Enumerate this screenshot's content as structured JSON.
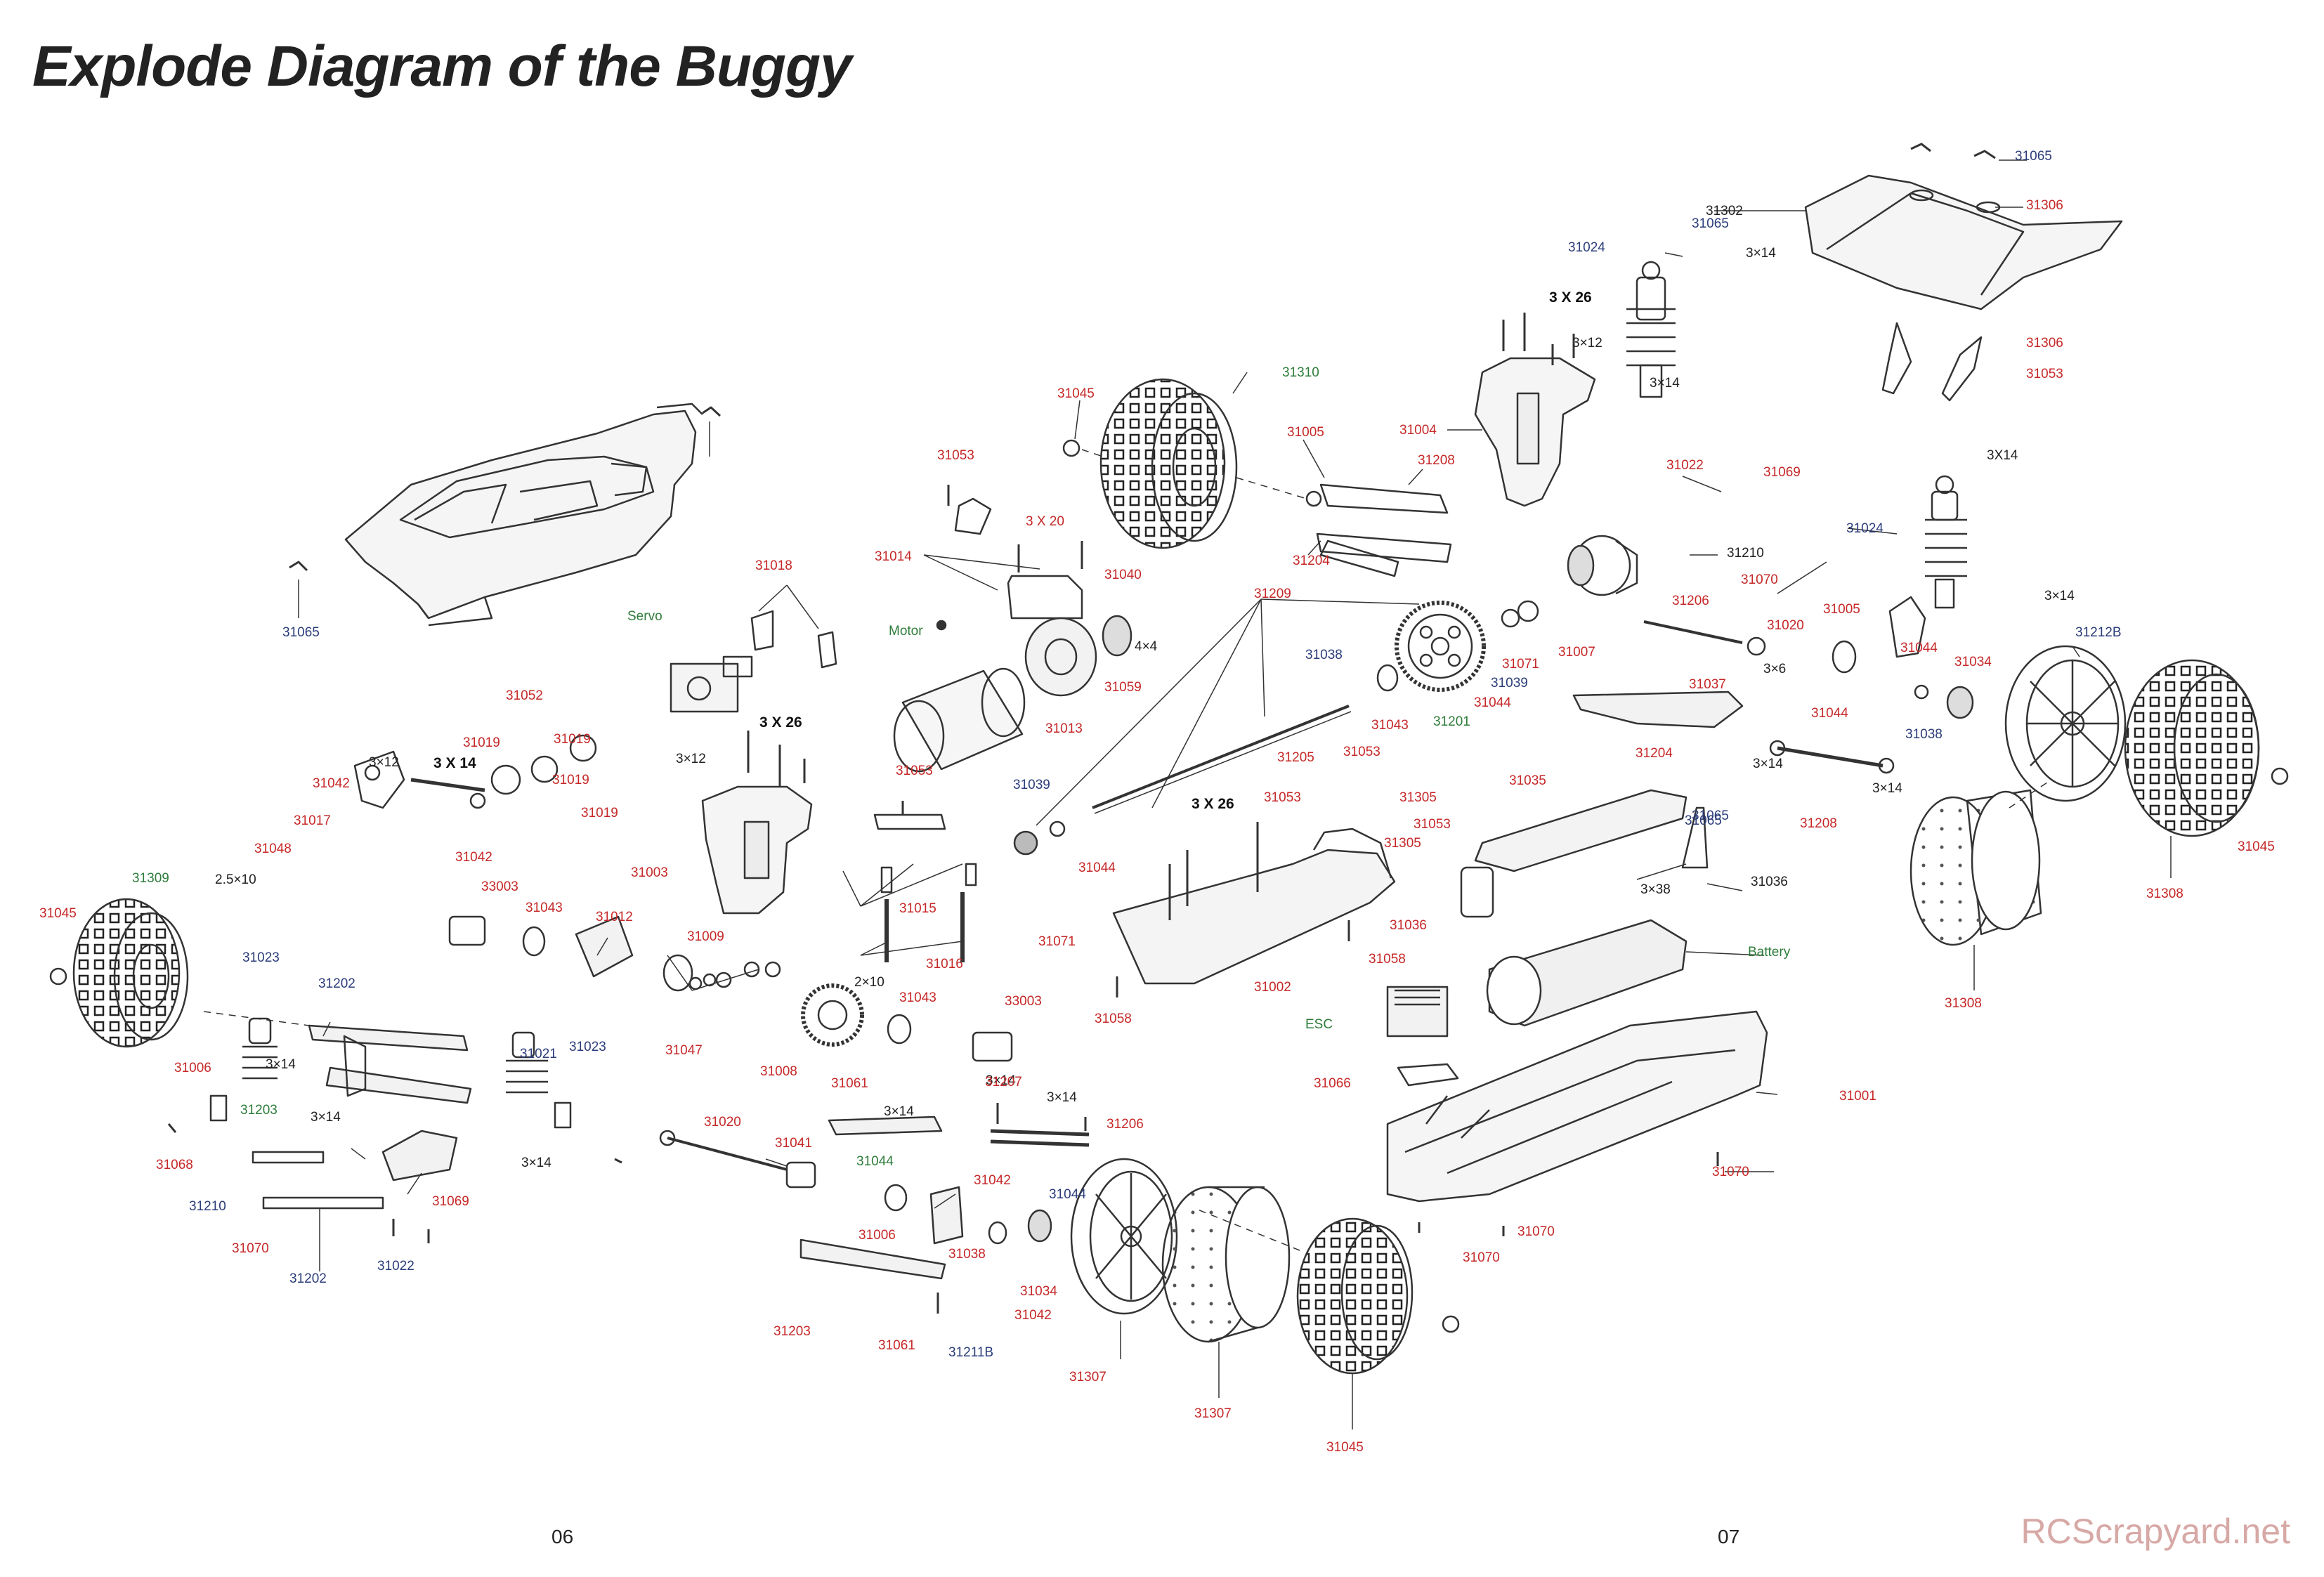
{
  "title": "Explode Diagram of the Buggy",
  "page_left": "06",
  "page_right": "07",
  "watermark": "RCScrapyard.net",
  "colors": {
    "part_red": "#c62828",
    "part_blue": "#2b3d7a",
    "part_green": "#2f7d3b",
    "line": "#333333"
  },
  "labels": [
    {
      "text": "31065",
      "color": "blue"
    },
    {
      "text": "31065",
      "color": "blue"
    },
    {
      "text": "31065",
      "color": "blue"
    },
    {
      "text": "31065",
      "color": "blue"
    },
    {
      "text": "31302",
      "color": "dark"
    },
    {
      "text": "31306",
      "color": "red"
    },
    {
      "text": "31306",
      "color": "red"
    },
    {
      "text": "31053",
      "color": "red"
    },
    {
      "text": "31024",
      "color": "blue"
    },
    {
      "text": "3×14",
      "color": "dark"
    },
    {
      "text": "3 X 26",
      "color": "bold"
    },
    {
      "text": "3×12",
      "color": "dark"
    },
    {
      "text": "3×14",
      "color": "dark"
    },
    {
      "text": "31004",
      "color": "red"
    },
    {
      "text": "31310",
      "color": "green"
    },
    {
      "text": "31045",
      "color": "red"
    },
    {
      "text": "31005",
      "color": "red"
    },
    {
      "text": "31208",
      "color": "red"
    },
    {
      "text": "31204",
      "color": "red"
    },
    {
      "text": "31022",
      "color": "red"
    },
    {
      "text": "31069",
      "color": "red"
    },
    {
      "text": "31210",
      "color": "dark"
    },
    {
      "text": "31070",
      "color": "red"
    },
    {
      "text": "31206",
      "color": "red"
    },
    {
      "text": "3X14",
      "color": "dark"
    },
    {
      "text": "31024",
      "color": "blue"
    },
    {
      "text": "3×14",
      "color": "dark"
    },
    {
      "text": "31053",
      "color": "red"
    },
    {
      "text": "3 X 20",
      "color": "red"
    },
    {
      "text": "31014",
      "color": "red"
    },
    {
      "text": "31040",
      "color": "red"
    },
    {
      "text": "4×4",
      "color": "dark"
    },
    {
      "text": "Motor",
      "color": "green"
    },
    {
      "text": "31059",
      "color": "red"
    },
    {
      "text": "31013",
      "color": "red"
    },
    {
      "text": "31209",
      "color": "red"
    },
    {
      "text": "31038",
      "color": "blue"
    },
    {
      "text": "31043",
      "color": "red"
    },
    {
      "text": "31201",
      "color": "green"
    },
    {
      "text": "31044",
      "color": "red"
    },
    {
      "text": "31071",
      "color": "red"
    },
    {
      "text": "31007",
      "color": "red"
    },
    {
      "text": "31039",
      "color": "blue"
    },
    {
      "text": "31053",
      "color": "red"
    },
    {
      "text": "31205",
      "color": "red"
    },
    {
      "text": "31020",
      "color": "red"
    },
    {
      "text": "31005",
      "color": "red"
    },
    {
      "text": "3×6",
      "color": "dark"
    },
    {
      "text": "31044",
      "color": "red"
    },
    {
      "text": "31037",
      "color": "red"
    },
    {
      "text": "31204",
      "color": "red"
    },
    {
      "text": "31044",
      "color": "red"
    },
    {
      "text": "31034",
      "color": "red"
    },
    {
      "text": "31038",
      "color": "blue"
    },
    {
      "text": "31212B",
      "color": "blue"
    },
    {
      "text": "3×14",
      "color": "dark"
    },
    {
      "text": "3×14",
      "color": "dark"
    },
    {
      "text": "31208",
      "color": "red"
    },
    {
      "text": "31045",
      "color": "red"
    },
    {
      "text": "31308",
      "color": "red"
    },
    {
      "text": "31308",
      "color": "red"
    },
    {
      "text": "31018",
      "color": "red"
    },
    {
      "text": "Servo",
      "color": "green"
    },
    {
      "text": "31052",
      "color": "red"
    },
    {
      "text": "3 X 26",
      "color": "bold"
    },
    {
      "text": "3×12",
      "color": "dark"
    },
    {
      "text": "31003",
      "color": "red"
    },
    {
      "text": "3×12",
      "color": "dark"
    },
    {
      "text": "3 X 14",
      "color": "bold"
    },
    {
      "text": "31019",
      "color": "red"
    },
    {
      "text": "31019",
      "color": "red"
    },
    {
      "text": "31019",
      "color": "red"
    },
    {
      "text": "31042",
      "color": "red"
    },
    {
      "text": "31019",
      "color": "red"
    },
    {
      "text": "31017",
      "color": "red"
    },
    {
      "text": "31048",
      "color": "red"
    },
    {
      "text": "31042",
      "color": "red"
    },
    {
      "text": "2.5×10",
      "color": "dark"
    },
    {
      "text": "31053",
      "color": "red"
    },
    {
      "text": "31039",
      "color": "blue"
    },
    {
      "text": "31015",
      "color": "red"
    },
    {
      "text": "31071",
      "color": "red"
    },
    {
      "text": "31044",
      "color": "red"
    },
    {
      "text": "31016",
      "color": "red"
    },
    {
      "text": "3 X 26",
      "color": "bold"
    },
    {
      "text": "31053",
      "color": "red"
    },
    {
      "text": "31305",
      "color": "red"
    },
    {
      "text": "31053",
      "color": "red"
    },
    {
      "text": "31305",
      "color": "red"
    },
    {
      "text": "31035",
      "color": "red"
    },
    {
      "text": "31065",
      "color": "blue"
    },
    {
      "text": "3×38",
      "color": "dark"
    },
    {
      "text": "31036",
      "color": "dark"
    },
    {
      "text": "31036",
      "color": "red"
    },
    {
      "text": "31058",
      "color": "red"
    },
    {
      "text": "31002",
      "color": "red"
    },
    {
      "text": "31058",
      "color": "red"
    },
    {
      "text": "Battery",
      "color": "green"
    },
    {
      "text": "ESC",
      "color": "green"
    },
    {
      "text": "31066",
      "color": "red"
    },
    {
      "text": "31001",
      "color": "red"
    },
    {
      "text": "31070",
      "color": "red"
    },
    {
      "text": "31070",
      "color": "red"
    },
    {
      "text": "31070",
      "color": "red"
    },
    {
      "text": "31309",
      "color": "green"
    },
    {
      "text": "31045",
      "color": "red"
    },
    {
      "text": "33003",
      "color": "red"
    },
    {
      "text": "31043",
      "color": "red"
    },
    {
      "text": "31012",
      "color": "red"
    },
    {
      "text": "31009",
      "color": "red"
    },
    {
      "text": "31023",
      "color": "blue"
    },
    {
      "text": "31202",
      "color": "blue"
    },
    {
      "text": "31047",
      "color": "red"
    },
    {
      "text": "31008",
      "color": "red"
    },
    {
      "text": "2×10",
      "color": "dark"
    },
    {
      "text": "31043",
      "color": "red"
    },
    {
      "text": "33003",
      "color": "red"
    },
    {
      "text": "3×14",
      "color": "dark"
    },
    {
      "text": "31006",
      "color": "red"
    },
    {
      "text": "3×14",
      "color": "dark"
    },
    {
      "text": "31023",
      "color": "blue"
    },
    {
      "text": "31021",
      "color": "blue"
    },
    {
      "text": "31203",
      "color": "green"
    },
    {
      "text": "3×14",
      "color": "dark"
    },
    {
      "text": "3×14",
      "color": "dark"
    },
    {
      "text": "31068",
      "color": "red"
    },
    {
      "text": "31210",
      "color": "blue"
    },
    {
      "text": "31069",
      "color": "red"
    },
    {
      "text": "31070",
      "color": "red"
    },
    {
      "text": "31022",
      "color": "blue"
    },
    {
      "text": "31202",
      "color": "blue"
    },
    {
      "text": "31061",
      "color": "red"
    },
    {
      "text": "3×14",
      "color": "dark"
    },
    {
      "text": "31207",
      "color": "red"
    },
    {
      "text": "3×14",
      "color": "dark"
    },
    {
      "text": "31206",
      "color": "red"
    },
    {
      "text": "31020",
      "color": "red"
    },
    {
      "text": "31041",
      "color": "red"
    },
    {
      "text": "31044",
      "color": "green"
    },
    {
      "text": "31042",
      "color": "red"
    },
    {
      "text": "31044",
      "color": "blue"
    },
    {
      "text": "31006",
      "color": "red"
    },
    {
      "text": "31038",
      "color": "red"
    },
    {
      "text": "31034",
      "color": "red"
    },
    {
      "text": "31042",
      "color": "red"
    },
    {
      "text": "31203",
      "color": "red"
    },
    {
      "text": "31061",
      "color": "red"
    },
    {
      "text": "31211B",
      "color": "blue"
    },
    {
      "text": "31307",
      "color": "red"
    },
    {
      "text": "31307",
      "color": "red"
    },
    {
      "text": "31045",
      "color": "red"
    }
  ]
}
